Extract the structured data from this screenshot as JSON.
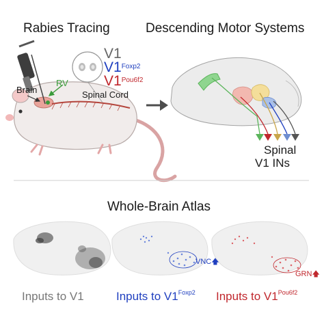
{
  "top": {
    "left_title": "Rabies Tracing",
    "right_title": "Descending Motor Systems"
  },
  "left_panel": {
    "brain_label": "Brain",
    "rv_label": "RV",
    "cord_label": "Spinal Cord",
    "v1_lines": [
      {
        "base": "V1",
        "sup": "",
        "color": "#666666"
      },
      {
        "base": "V1",
        "sup": "Foxp2",
        "color": "#1f3fbf"
      },
      {
        "base": "V1",
        "sup": "Pou6f2",
        "color": "#c0272d"
      }
    ]
  },
  "right_panel": {
    "target_line1": "Spinal",
    "target_line2": "V1 INs"
  },
  "bottom": {
    "title": "Whole-Brain Atlas",
    "panels": [
      {
        "base": "Inputs to V1",
        "sup": "",
        "color": "#777777",
        "tag": ""
      },
      {
        "base": "Inputs to V1",
        "sup": "Foxp2",
        "color": "#1f3fbf",
        "tag": "VNC"
      },
      {
        "base": "Inputs to V1",
        "sup": "Pou6f2",
        "color": "#c0272d",
        "tag": "GRN"
      }
    ]
  },
  "colors": {
    "v1": "#666666",
    "foxp2": "#1f3fbf",
    "pou6f2": "#c0272d",
    "tract_green": "#5bb55b",
    "arrow": "#4d4d4d"
  },
  "icons": [
    "mouse-illustration",
    "syringe-icon",
    "spinal-cord-inset",
    "sagittal-brain",
    "right-arrow-icon"
  ]
}
